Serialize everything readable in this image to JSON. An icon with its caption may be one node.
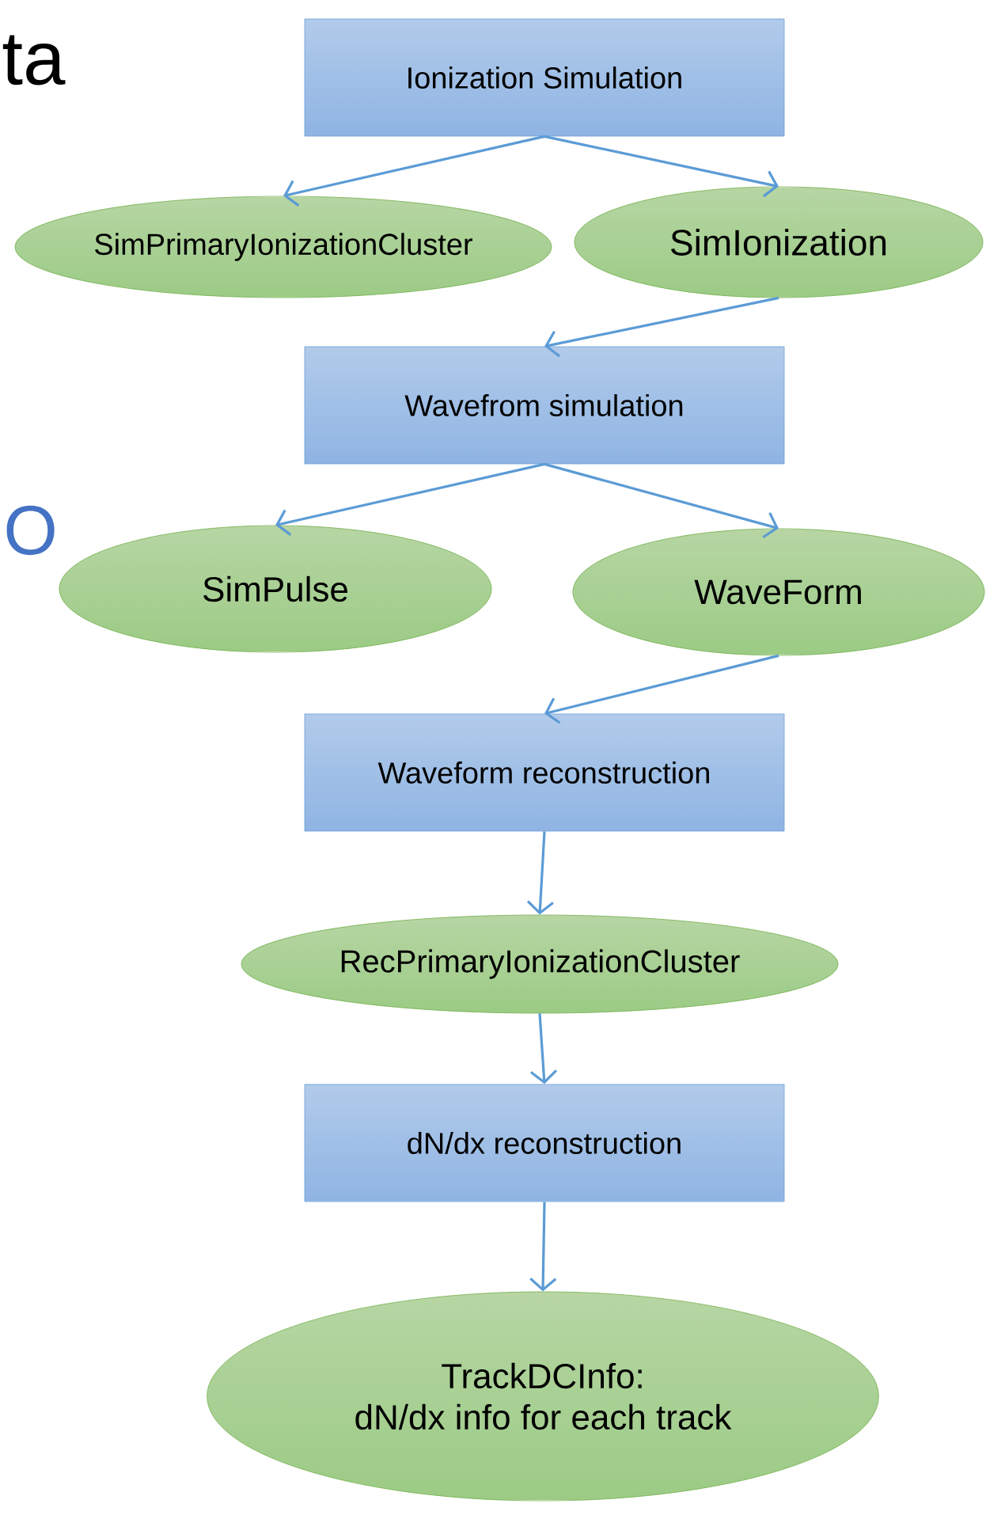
{
  "diagram": {
    "nodes": [
      {
        "text": [
          "Ionization Simulation"
        ]
      },
      {
        "text": [
          "SimPrimaryIonizationCluster"
        ]
      },
      {
        "text": [
          "SimIonization"
        ]
      },
      {
        "text": [
          "Wavefrom simulation"
        ]
      },
      {
        "text": [
          "SimPulse"
        ]
      },
      {
        "text": [
          "WaveForm"
        ]
      },
      {
        "text": [
          "Waveform reconstruction"
        ]
      },
      {
        "text": [
          "RecPrimaryIonizationCluster"
        ]
      },
      {
        "text": [
          "dN/dx reconstruction"
        ]
      },
      {
        "text": [
          "TrackDCInfo: dN/dx info for each track"
        ]
      }
    ],
    "edges": [
      {
        "from": 0,
        "to": 1,
        "arrow": "to"
      },
      {
        "from": 0,
        "to": 2,
        "arrow": "to"
      },
      {
        "from": 2,
        "to": 3,
        "arrow": "to"
      },
      {
        "from": 3,
        "to": 4,
        "arrow": "to"
      },
      {
        "from": 3,
        "to": 5,
        "arrow": "to"
      },
      {
        "from": 5,
        "to": 6,
        "arrow": "to"
      },
      {
        "from": 6,
        "to": 7,
        "arrow": "to"
      },
      {
        "from": 7,
        "to": 8,
        "arrow": "to"
      },
      {
        "from": 8,
        "to": 9,
        "arrow": "to"
      }
    ],
    "labels": [
      "ta",
      "O"
    ]
  }
}
